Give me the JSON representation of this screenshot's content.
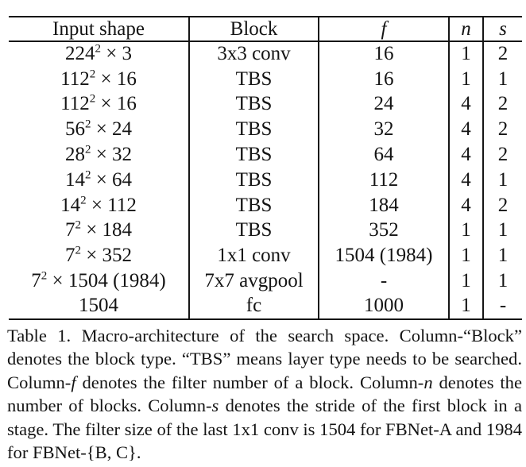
{
  "document": {
    "background": "#ffffff",
    "text_color": "#141414",
    "rule_color": "#151515"
  },
  "table": {
    "headers": [
      "Input shape",
      "Block",
      "f",
      "n",
      "s"
    ],
    "rows": [
      {
        "shape_pre": "224",
        "shape_sup": "2",
        "shape_post": " × 3",
        "block": "3x3 conv",
        "f": "16",
        "n": "1",
        "s": "2"
      },
      {
        "shape_pre": "112",
        "shape_sup": "2",
        "shape_post": " × 16",
        "block": "TBS",
        "f": "16",
        "n": "1",
        "s": "1"
      },
      {
        "shape_pre": "112",
        "shape_sup": "2",
        "shape_post": " × 16",
        "block": "TBS",
        "f": "24",
        "n": "4",
        "s": "2"
      },
      {
        "shape_pre": "56",
        "shape_sup": "2",
        "shape_post": " × 24",
        "block": "TBS",
        "f": "32",
        "n": "4",
        "s": "2"
      },
      {
        "shape_pre": "28",
        "shape_sup": "2",
        "shape_post": " × 32",
        "block": "TBS",
        "f": "64",
        "n": "4",
        "s": "2"
      },
      {
        "shape_pre": "14",
        "shape_sup": "2",
        "shape_post": " × 64",
        "block": "TBS",
        "f": "112",
        "n": "4",
        "s": "1"
      },
      {
        "shape_pre": "14",
        "shape_sup": "2",
        "shape_post": " × 112",
        "block": "TBS",
        "f": "184",
        "n": "4",
        "s": "2"
      },
      {
        "shape_pre": "7",
        "shape_sup": "2",
        "shape_post": " × 184",
        "block": "TBS",
        "f": "352",
        "n": "1",
        "s": "1"
      },
      {
        "shape_pre": "7",
        "shape_sup": "2",
        "shape_post": " × 352",
        "block": "1x1 conv",
        "f": "1504 (1984)",
        "n": "1",
        "s": "1"
      },
      {
        "shape_pre": "7",
        "shape_sup": "2",
        "shape_post": " × 1504 (1984)",
        "block": "7x7 avgpool",
        "f": "-",
        "n": "1",
        "s": "1"
      },
      {
        "shape_pre": "1504",
        "shape_sup": "",
        "shape_post": "",
        "block": "fc",
        "f": "1000",
        "n": "1",
        "s": "-"
      }
    ]
  },
  "caption": {
    "segments": [
      {
        "text": "Table 1. Macro-architecture of the search space. Column-“Block” denotes the block type. “TBS” means layer type needs to be searched. Column-",
        "italic": false
      },
      {
        "text": "f",
        "italic": true
      },
      {
        "text": " denotes the filter number of a block. Column-",
        "italic": false
      },
      {
        "text": "n",
        "italic": true
      },
      {
        "text": " denotes the number of blocks. Column-",
        "italic": false
      },
      {
        "text": "s",
        "italic": true
      },
      {
        "text": " denotes the stride of the first block in a stage. The filter size of the last 1x1 conv is 1504 for FBNet-A and 1984 for FBNet-{B, C}.",
        "italic": false
      }
    ]
  }
}
